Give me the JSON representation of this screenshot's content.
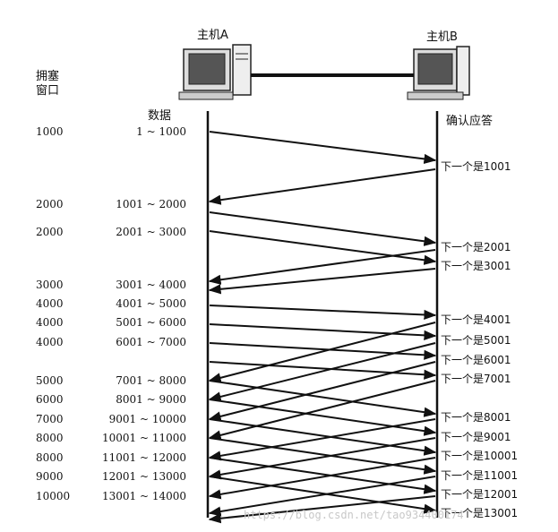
{
  "hosts": {
    "a": "主机A",
    "b": "主机B"
  },
  "headers": {
    "cwnd_line1": "拥塞",
    "cwnd_line2": "窗口",
    "data": "数据",
    "ack": "确认应答"
  },
  "rows": [
    {
      "cwnd": "1000",
      "range": "1 ~ 1000"
    },
    {
      "cwnd": "2000",
      "range": "1001 ~ 2000"
    },
    {
      "cwnd": "2000",
      "range": "2001 ~ 3000"
    },
    {
      "cwnd": "3000",
      "range": "3001 ~ 4000"
    },
    {
      "cwnd": "4000",
      "range": "4001 ~ 5000"
    },
    {
      "cwnd": "4000",
      "range": "5001 ~ 6000"
    },
    {
      "cwnd": "4000",
      "range": "6001 ~ 7000"
    },
    {
      "cwnd": "5000",
      "range": "7001 ~ 8000"
    },
    {
      "cwnd": "6000",
      "range": "8001 ~ 9000"
    },
    {
      "cwnd": "7000",
      "range": "9001 ~ 10000"
    },
    {
      "cwnd": "8000",
      "range": "10001 ~ 11000"
    },
    {
      "cwnd": "8000",
      "range": "11001 ~ 12000"
    },
    {
      "cwnd": "9000",
      "range": "12001 ~ 13000"
    },
    {
      "cwnd": "10000",
      "range": "13001 ~ 14000"
    }
  ],
  "acks": [
    "下一个是1001",
    "下一个是2001",
    "下一个是3001",
    "下一个是4001",
    "下一个是5001",
    "下一个是6001",
    "下一个是7001",
    "下一个是8001",
    "下一个是9001",
    "下一个是10001",
    "下一个是11001",
    "下一个是12001",
    "下一个是13001"
  ],
  "watermark": "https://blog.csdn.net/tao934400174"
}
